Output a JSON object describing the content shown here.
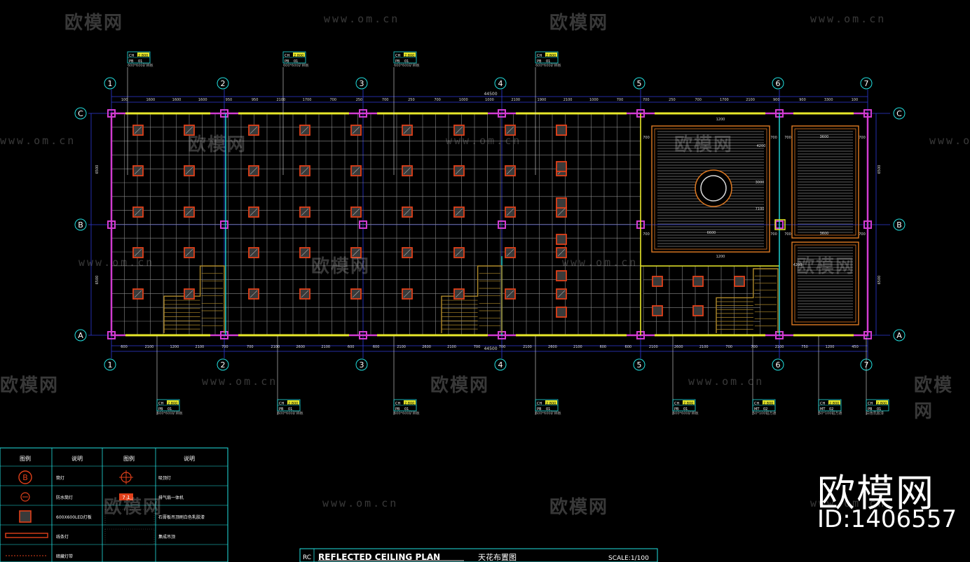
{
  "title_block": {
    "code": "RC",
    "title_en": "REFLECTED CEILING PLAN",
    "title_cn": "天花布置图",
    "scale": "SCALE:1/100"
  },
  "grid": {
    "columns": [
      "1",
      "2",
      "3",
      "4",
      "5",
      "6",
      "7"
    ],
    "rows": [
      "C",
      "B",
      "A"
    ],
    "overall": "44500",
    "top_dims": [
      "100",
      "1600",
      "1600",
      "1600",
      "950",
      "950",
      "2100",
      "1700",
      "700",
      "250",
      "700",
      "250",
      "700",
      "1000",
      "1000",
      "2100",
      "1900",
      "2100",
      "1000",
      "700",
      "700",
      "250",
      "700",
      "1700",
      "2100",
      "900",
      "900",
      "3300",
      "100"
    ],
    "bottom_dims": [
      "600",
      "2100",
      "1200",
      "2100",
      "700",
      "700",
      "2100",
      "2600",
      "2100",
      "600",
      "600",
      "2100",
      "2600",
      "2100",
      "700",
      "700",
      "2100",
      "2600",
      "2100",
      "600",
      "600",
      "2100",
      "2600",
      "2100",
      "700",
      "700",
      "2100",
      "750",
      "1200",
      "450"
    ],
    "left_dims": [
      "6500",
      "6500"
    ],
    "right_dims": [
      "6500",
      "6500"
    ]
  },
  "ceiling_tags": {
    "top": [
      {
        "ch": "CH",
        "ch_val": "2.800",
        "pb": "PB",
        "pb_val": "01",
        "note": "600*600矿棉板"
      },
      {
        "ch": "CH",
        "ch_val": "2.800",
        "pb": "PB",
        "pb_val": "01",
        "note": "600*600矿棉板"
      },
      {
        "ch": "CH",
        "ch_val": "2.800",
        "pb": "PB",
        "pb_val": "01",
        "note": "600*600矿棉板"
      },
      {
        "ch": "CH",
        "ch_val": "2.800",
        "pb": "PB",
        "pb_val": "01",
        "note": "600*600矿棉板"
      }
    ],
    "bottom": [
      {
        "ch": "CH",
        "ch_val": "2.800",
        "pb": "PB",
        "pb_val": "01",
        "note": "600*600矿棉板"
      },
      {
        "ch": "CH",
        "ch_val": "2.800",
        "pb": "PB",
        "pb_val": "01",
        "note": "600*600矿棉板"
      },
      {
        "ch": "CH",
        "ch_val": "2.800",
        "pb": "PB",
        "pb_val": "01",
        "note": "600*600矿棉板"
      },
      {
        "ch": "CH",
        "ch_val": "2.800",
        "pb": "PB",
        "pb_val": "01",
        "note": "600*600矿棉板"
      },
      {
        "ch": "CH",
        "ch_val": "2.800",
        "pb": "PB",
        "pb_val": "01",
        "note": "600*600矿棉板"
      },
      {
        "ch": "CH",
        "ch_val": "2.800",
        "pb": "MT",
        "pb_val": "02",
        "note": "50*100铝方通"
      },
      {
        "ch": "CH",
        "ch_val": "2.800",
        "pb": "MT",
        "pb_val": "02",
        "note": "50*100铝方通"
      },
      {
        "ch": "CH",
        "ch_val": "2.800",
        "pb": "PB",
        "pb_val": "01",
        "note": "白色乳胶漆"
      }
    ]
  },
  "room_dims": [
    "700",
    "700",
    "700",
    "700",
    "700",
    "700",
    "700",
    "700",
    "6600",
    "3600",
    "3600",
    "1200",
    "1200",
    "4200",
    "3000",
    "7100",
    "4200"
  ],
  "legend": {
    "header_symbol": "图例",
    "header_desc": "说明",
    "rows": [
      {
        "symbol": "B",
        "desc": "筒灯",
        "symbol2": "crosshair",
        "desc2": "吸顶灯"
      },
      {
        "symbol": "circle-minus",
        "desc": "防水筒灯",
        "symbol2": "7 1",
        "desc2": "排气扇一体机"
      },
      {
        "symbol": "hatched-square",
        "desc": "600X600LED灯板",
        "symbol2": "dots",
        "desc2": "石膏板吊顶刷白色乳胶漆"
      },
      {
        "symbol": "strip",
        "desc": "线条灯",
        "symbol2": "dots2",
        "desc2": "集成吊顶"
      },
      {
        "symbol": "dashed",
        "desc": "暗藏灯带",
        "symbol2": "",
        "desc2": ""
      }
    ]
  },
  "watermark": {
    "brand": "欧模网",
    "url": "www.om.cn",
    "id": "ID:1406557"
  },
  "colors": {
    "background": "#000000",
    "grid_axis": "#2f3ad8",
    "tile_grid": "#8a8a8a",
    "wall": "#d23cd2",
    "window": "#e8e82a",
    "led_panel": "#e0401a",
    "cyan": "#22e0e0",
    "stair": "#b08a2a",
    "wood_panel": "#c0c0c0",
    "frame": "#e07a22"
  }
}
